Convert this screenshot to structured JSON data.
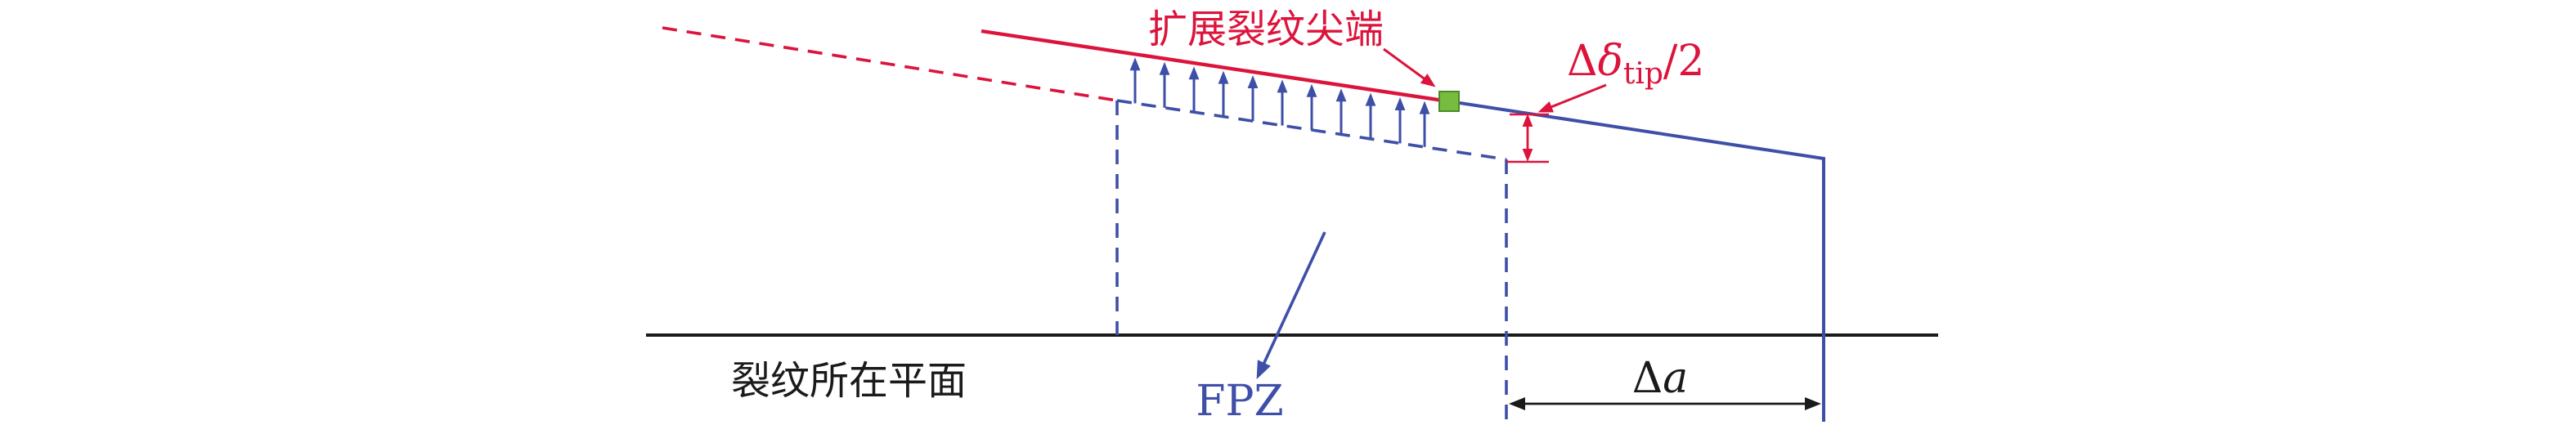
{
  "colors": {
    "red": "#dc143c",
    "blue": "#3e4fa8",
    "black": "#1a1a1a",
    "green": "#77bc3f",
    "green_border": "#4c8a28",
    "background": "#ffffff"
  },
  "labels": {
    "extended_crack_tip": "扩展裂纹尖端",
    "crack_plane": "裂纹所在平面",
    "fpz": "FPZ",
    "delta_tip_prefix_upright": "Δ",
    "delta_tip_symbol": "δ",
    "delta_tip_subscript": "tip",
    "delta_tip_suffix": "/2",
    "delta_a_upright": "Δ",
    "delta_a_italic": "a"
  }
}
